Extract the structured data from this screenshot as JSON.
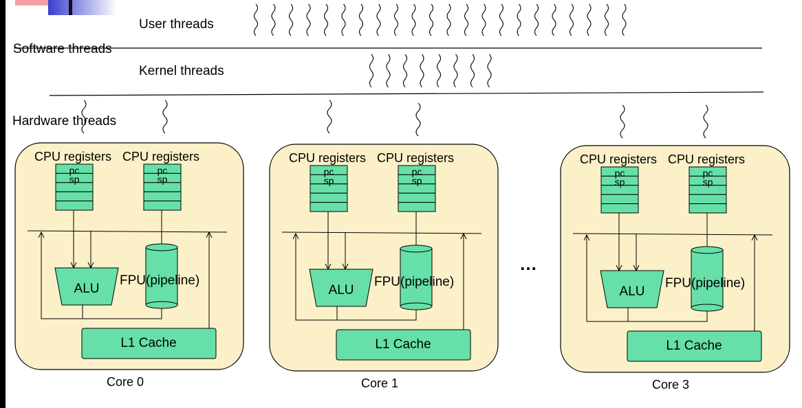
{
  "labels": {
    "user_threads": "User threads",
    "software_threads": "Software threads",
    "kernel_threads": "Kernel threads",
    "hardware_threads": "Hardware threads"
  },
  "register_file_label": "CPU registers",
  "register_pc": "pc",
  "register_sp": "sp",
  "alu_label": "ALU",
  "fpu_label_left": "FPU",
  "fpu_label_right": "(pipeline)",
  "cache_label": "L1 Cache",
  "ellipsis": "…",
  "cores": [
    {
      "name": "Core 0"
    },
    {
      "name": "Core 1"
    },
    {
      "name": "Core 3"
    }
  ],
  "colors": {
    "core_fill": "#fbf0c8",
    "unit_fill": "#66e0a8",
    "line": "#000000"
  }
}
